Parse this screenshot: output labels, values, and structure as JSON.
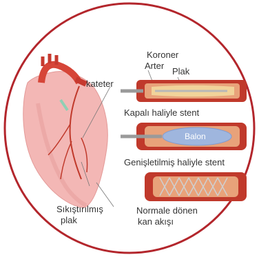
{
  "labels": {
    "koroner": "Koroner",
    "arter": "Arter",
    "plak_top": "Plak",
    "kateter": "kateter",
    "kapali": "Kapalı haliyle stent",
    "balon": "Balon",
    "genisletilmis": "Genişletilmiş haliyle stent",
    "sikistirilmis": "Sıkıştırılmış",
    "plak_bottom": "plak",
    "normale_donen": "Normale dönen",
    "kan_akisi": "kan akışı"
  },
  "colors": {
    "frame": "#b3262c",
    "artery_wall": "#c0392b",
    "artery_inner": "#e8a27a",
    "plaque": "#f1d39a",
    "heart": "#f3b7b5",
    "aorta": "#c6392f",
    "balloon": "#9fb6de",
    "catheter": "#9a9a9a",
    "stent_mesh": "#c9c9c9"
  }
}
